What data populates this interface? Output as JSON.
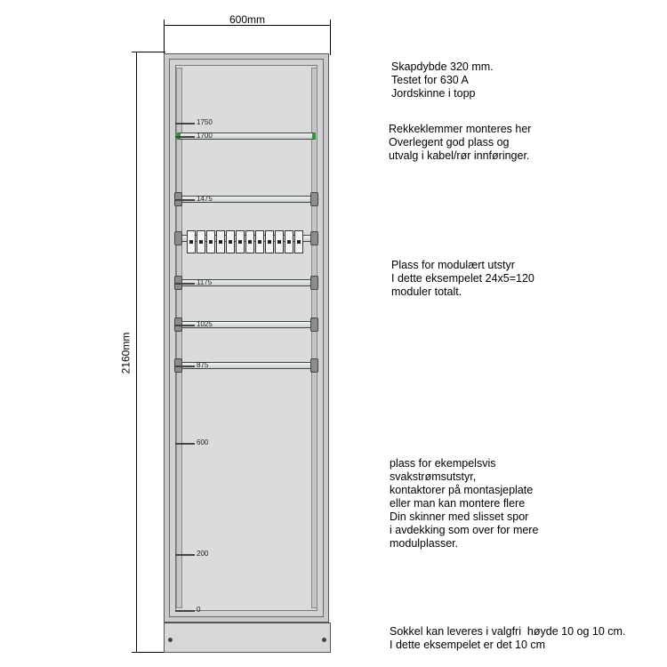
{
  "dimensions": {
    "width": "600mm",
    "height": "2160mm"
  },
  "scale_labels": [
    "1750",
    "1700",
    "1475",
    "1175",
    "1025",
    "875",
    "600",
    "200",
    "0"
  ],
  "breaker_count": 12,
  "notes": [
    "Skapdybde 320 mm.\nTestet for 630 A\nJordskinne i topp",
    "Rekkeklemmer monteres her\nOverlegent god plass og\nutvalg i kabel/rør innføringer.",
    "Plass for modulært utstyr\nI dette eksempelet 24x5=120\nmoduler totalt.",
    "plass for ekempelsvis\nsvakstrømsutstyr,\nkontaktorer på montasjeplate\neller man kan montere flere\nDin skinner med slisset spor\ni avdekking som over for mere\nmodulplasser.",
    "Sokkel kan leveres i valgfri  høyde 10 og 10 cm.\nI dette eksempelet er det 10 cm"
  ]
}
